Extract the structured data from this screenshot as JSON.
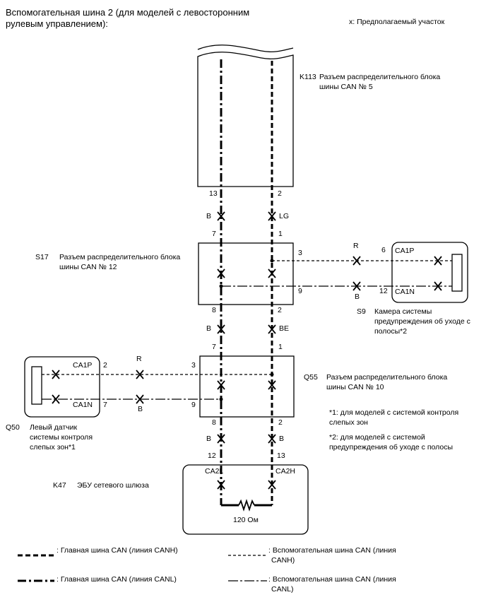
{
  "title": {
    "line1": "Вспомогательная шина 2 (для моделей с левосторонним",
    "line2": "рулевым управлением):"
  },
  "suspect_note": "x: Предполагаемый участок",
  "k113": {
    "code": "K113",
    "name1": "Разъем распределительного блока",
    "name2": "шины CAN № 5",
    "pin_l": "13",
    "pin_r": "2"
  },
  "s17": {
    "code": "S17",
    "name1": "Разъем распределительного блока",
    "name2": "шины CAN № 12",
    "pin_top_l": "7",
    "pin_top_r": "1",
    "pin_bot_l": "8",
    "pin_bot_r": "2",
    "pin_p": "3",
    "pin_n": "9"
  },
  "q55": {
    "code": "Q55",
    "name1": "Разъем распределительного блока",
    "name2": "шины CAN № 10",
    "pin_top_l": "7",
    "pin_top_r": "1",
    "pin_bot_l": "8",
    "pin_bot_r": "2",
    "pin_p": "3",
    "pin_n": "9"
  },
  "s9": {
    "code": "S9",
    "name1": "Камера системы",
    "name2": "предупреждения об уходе с",
    "name3": "полосы*2",
    "pin_p": "6",
    "pin_n": "12",
    "sig_p": "CA1P",
    "sig_n": "CA1N"
  },
  "q50": {
    "code": "Q50",
    "name1": "Левый датчик",
    "name2": "системы контроля",
    "name3": "слепых зон*1",
    "pin_p": "2",
    "pin_n": "7",
    "sig_p": "CA1P",
    "sig_n": "CA1N"
  },
  "k47": {
    "code": "K47",
    "name": "ЭБУ сетевого шлюза",
    "pin_l": "12",
    "pin_r": "13",
    "sig_l": "CA2L",
    "sig_r": "CA2H",
    "resistor": "120 Ом"
  },
  "wire_colors": {
    "k113_s17_l": "B",
    "k113_s17_r": "LG",
    "s17_q55_l": "B",
    "s17_q55_r": "BE",
    "q55_k47_l": "B",
    "q55_k47_r": "B",
    "s9_p": "R",
    "s9_n": "B",
    "q50_p": "R",
    "q50_n": "B"
  },
  "notes": {
    "n1a": "*1: для моделей с системой контроля",
    "n1b": "слепых зон",
    "n2a": "*2: для моделей с системой",
    "n2b": "предупреждения об уходе с полосы"
  },
  "legend": {
    "main_h": ": Главная шина CAN (линия CANH)",
    "main_l": ": Главная шина CAN (линия CANL)",
    "sub_h_1": ": Вспомогательная шина CAN (линия",
    "sub_h_2": "CANH)",
    "sub_l_1": ": Вспомогательная шина CAN (линия",
    "sub_l_2": "CANL)"
  }
}
